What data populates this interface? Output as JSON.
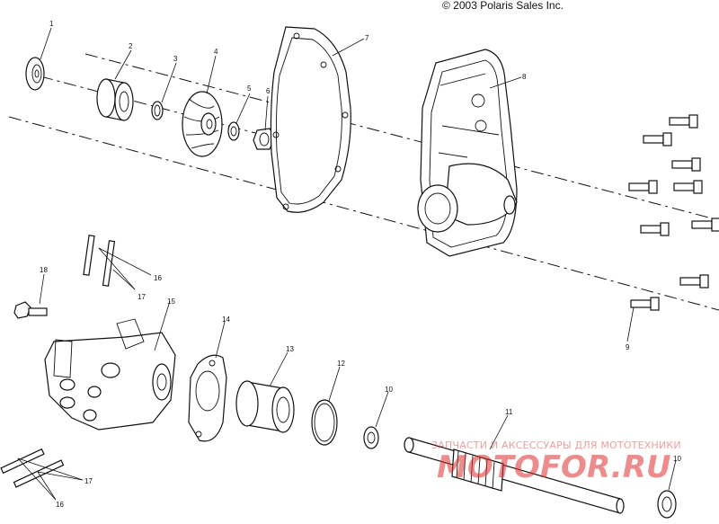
{
  "header": {
    "copyright": "© 2003 Polaris Sales Inc."
  },
  "watermark": {
    "text": "ЗАПЧАСТИ И АКСЕССУАРЫ ДЛЯ МОТОТЕХНИКИ",
    "logo": "MOTOFOR.RU"
  },
  "callouts": {
    "c1": "1",
    "c2": "2",
    "c3": "3",
    "c4": "4",
    "c5": "5",
    "c6": "6",
    "c7": "7",
    "c8": "8",
    "c9": "9",
    "c10a": "10",
    "c10b": "10",
    "c11": "11",
    "c12": "12",
    "c13": "13",
    "c14": "14",
    "c15": "15",
    "c16a": "16",
    "c16b": "16",
    "c17a": "17",
    "c17b": "17",
    "c18": "18"
  }
}
